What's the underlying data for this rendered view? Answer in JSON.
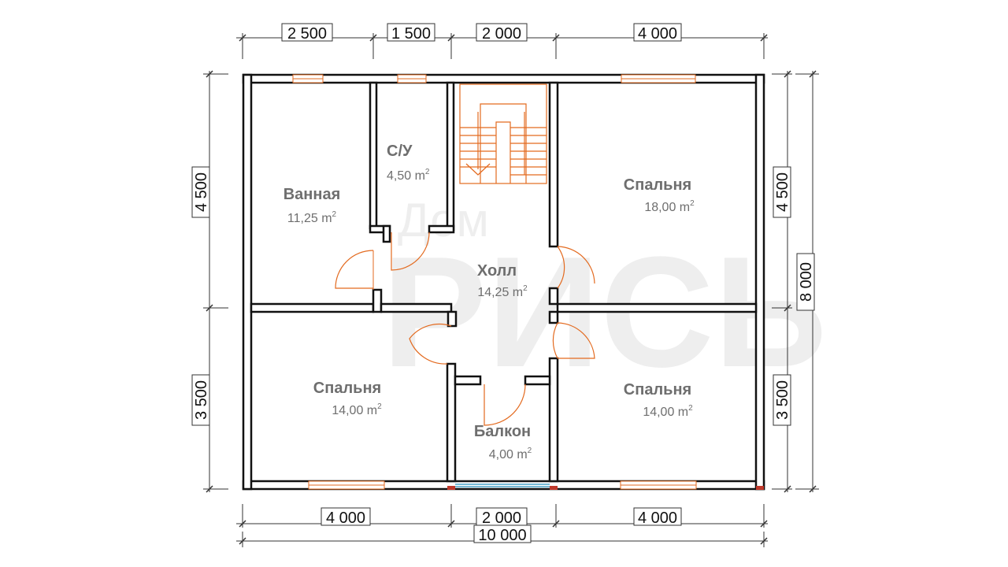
{
  "dimensions": {
    "top": [
      "2 500",
      "1 500",
      "2 000",
      "4 000"
    ],
    "bottom": [
      "4 000",
      "2 000",
      "4 000"
    ],
    "total_width": "10 000",
    "left": [
      "4 500",
      "3 500"
    ],
    "right": [
      "4 500",
      "3 500"
    ],
    "total_height": "8 000"
  },
  "rooms": {
    "bathroom": {
      "name": "Ванная",
      "area": "11,25 m",
      "sup": "2"
    },
    "wc": {
      "name": "С/У",
      "area": "4,50 m",
      "sup": "2"
    },
    "bedroom_top_right": {
      "name": "Спальня",
      "area": "18,00 m",
      "sup": "2"
    },
    "hall": {
      "name": "Холл",
      "area": "14,25 m",
      "sup": "2"
    },
    "bedroom_bottom_left": {
      "name": "Спальня",
      "area": "14,00 m",
      "sup": "2"
    },
    "balcony": {
      "name": "Балкон",
      "area": "4,00 m",
      "sup": "2"
    },
    "bedroom_bottom_right": {
      "name": "Спальня",
      "area": "14,00 m",
      "sup": "2"
    }
  },
  "watermark": {
    "line1": "Дом",
    "line2": "РИСЬ"
  },
  "colors": {
    "wall": "#111111",
    "door": "#e36a1f",
    "window": "#e36a1f",
    "stairs": "#e36a1f",
    "text": "#6e6e6e",
    "glass": "#4aa3c7"
  }
}
